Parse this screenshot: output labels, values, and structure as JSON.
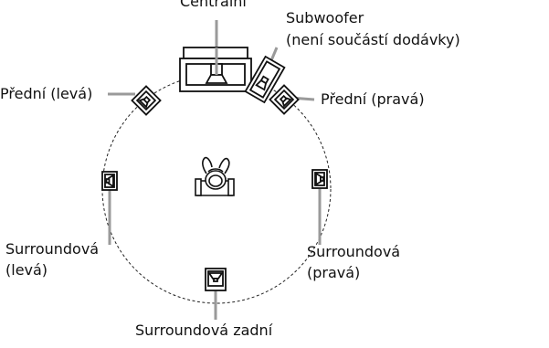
{
  "labels": {
    "center": "Centrální",
    "subwoofer_line1": "Subwoofer",
    "subwoofer_line2": "(není součástí dodávky)",
    "front_left": "Přední (levá)",
    "front_right": "Přední (pravá)",
    "surround_left_line1": "Surroundová",
    "surround_left_line2": "(levá)",
    "surround_right_line1": "Surroundová",
    "surround_right_line2": "(pravá)",
    "surround_back": "Surroundová zadní"
  },
  "colors": {
    "stroke": "#111111",
    "leader": "#9a9a9a",
    "circle": "#222222"
  },
  "icons": {
    "center_speaker": "center-speaker-icon",
    "subwoofer": "subwoofer-icon",
    "front_left": "front-left-speaker-icon",
    "front_right": "front-right-speaker-icon",
    "surround_left": "surround-left-speaker-icon",
    "surround_right": "surround-right-speaker-icon",
    "surround_back": "surround-back-speaker-icon",
    "listener": "listener-icon"
  }
}
